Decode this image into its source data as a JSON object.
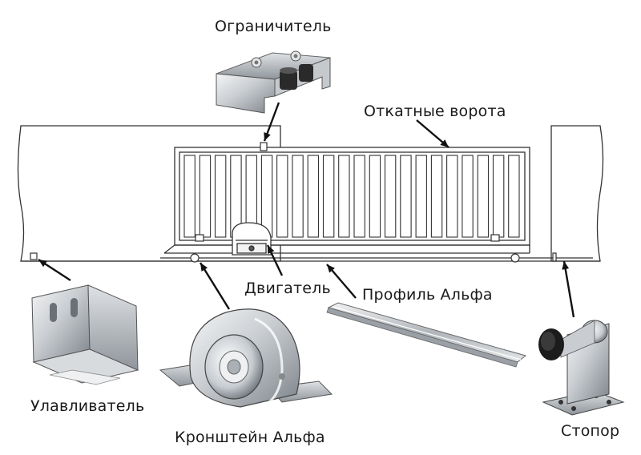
{
  "labels": {
    "limiter": "Ограничитель",
    "gate": "Откатные ворота",
    "motor": "Двигатель",
    "profile": "Профиль Альфа",
    "catcher": "Улавливатель",
    "bracket": "Кронштейн Альфа",
    "stopper": "Стопор"
  },
  "colors": {
    "line": "#333333",
    "metal_light": "#e6e8ea",
    "metal_mid": "#b7bcc2",
    "metal_dark": "#6f757c",
    "rubber": "#1c1c1c"
  },
  "icons": [
    "limiter-icon",
    "catcher-icon",
    "roller-bracket-icon",
    "rail-profile-icon",
    "stopper-icon",
    "motor-icon"
  ]
}
